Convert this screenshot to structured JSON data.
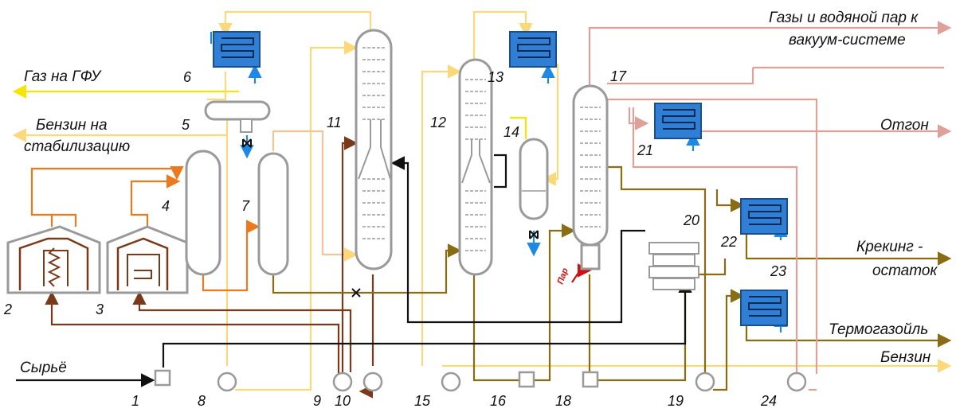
{
  "streams": {
    "gas_gfu": "Газ на ГФУ",
    "gasoline_stab_1": "Бензин на",
    "gasoline_stab_2": "стабилизацию",
    "vacuum_1": "Газы и водяной пар к",
    "vacuum_2": "вакуум-системе",
    "distillate": "Отгон",
    "cracking_1": "Крекинг -",
    "cracking_2": "остаток",
    "thermogasoil": "Термогазойль",
    "gasoline": "Бензин",
    "feed": "Сырьё",
    "steam": "Пар",
    "water": "Вода"
  },
  "equipment": [
    "1",
    "2",
    "3",
    "4",
    "5",
    "6",
    "7",
    "8",
    "9",
    "10",
    "11",
    "12",
    "13",
    "14",
    "15",
    "16",
    "17",
    "18",
    "19",
    "20",
    "21",
    "22",
    "23",
    "24"
  ],
  "colors": {
    "light_yellow": "#fbd87a",
    "yellow": "#f7e400",
    "orange": "#ec7a1c",
    "brown": "#7a3a1a",
    "olive": "#8a6d12",
    "black": "#111111",
    "pink": "#e0a09a",
    "blue_water": "#1e88e5",
    "hx_blue": "#2f7fd6",
    "gray": "#9a9a9a"
  }
}
